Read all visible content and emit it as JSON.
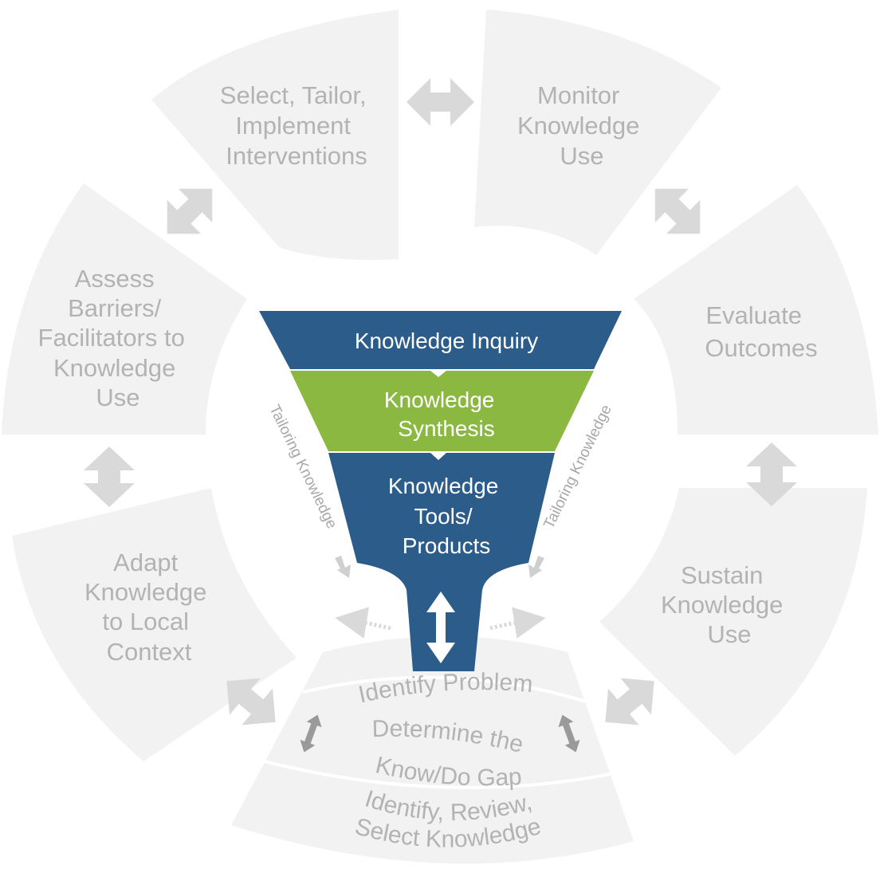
{
  "cycle": [
    {
      "id": "select",
      "lines": [
        "Select, Tailor,",
        "Implement",
        "Interventions"
      ]
    },
    {
      "id": "monitor",
      "lines": [
        "Monitor",
        "Knowledge",
        "Use"
      ]
    },
    {
      "id": "evaluate",
      "lines": [
        "Evaluate",
        "Outcomes"
      ]
    },
    {
      "id": "sustain",
      "lines": [
        "Sustain",
        "Knowledge",
        "Use"
      ]
    },
    {
      "id": "adapt",
      "lines": [
        "Adapt",
        "Knowledge",
        "to Local",
        "Context"
      ]
    },
    {
      "id": "assess",
      "lines": [
        "Assess",
        "Barriers/",
        "Facilitators to",
        "Knowledge",
        "Use"
      ]
    }
  ],
  "funnel": {
    "inquiry": "Knowledge Inquiry",
    "synthesis": [
      "Knowledge",
      "Synthesis"
    ],
    "tools": [
      "Knowledge",
      "Tools/",
      "Products"
    ]
  },
  "tailoring_label": "Tailoring Knowledge",
  "problem_steps": [
    "Identify Problem",
    "Determine the",
    "Know/Do Gap",
    "Identify, Review,",
    "Select Knowledge"
  ],
  "colors": {
    "segment": "#f2f2f2",
    "text_gray": "#b3b3b3",
    "arrow_gray": "#d9d9d9",
    "funnel_blue": "#2b5c8a",
    "funnel_green": "#8ab840"
  }
}
